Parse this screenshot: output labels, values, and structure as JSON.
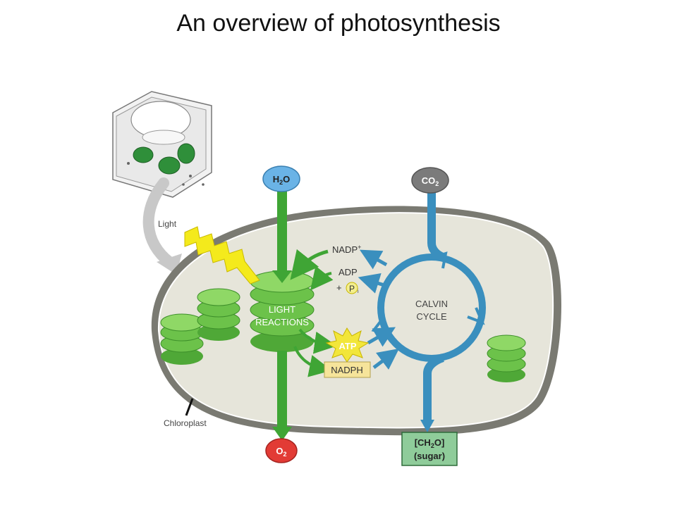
{
  "title": "An overview of photosynthesis",
  "labels": {
    "light": "Light",
    "chloroplast": "Chloroplast",
    "light_reactions_line1": "LIGHT",
    "light_reactions_line2": "REACTIONS",
    "calvin_line1": "CALVIN",
    "calvin_line2": "CYCLE",
    "nadp_plus": "NADP",
    "nadp_plus_sup": "+",
    "adp": "ADP",
    "plus": "+",
    "pi_p": "P",
    "pi_i": "i",
    "atp": "ATP",
    "nadph": "NADPH"
  },
  "molecules": {
    "water": {
      "main": "H",
      "sub": "2",
      "tail": "O"
    },
    "carbon_dioxide": {
      "main": "CO",
      "sub": "2"
    },
    "oxygen": {
      "main": "O",
      "sub": "2"
    },
    "sugar_line1": {
      "pre": "[CH",
      "sub": "2",
      "post": "O]"
    },
    "sugar_line2": "(sugar)"
  },
  "colors": {
    "stroma": "#e6e5da",
    "membrane": "#7a7a72",
    "thylakoid_green": "#6cc24a",
    "thylakoid_dark": "#3d8f2a",
    "green_arrow": "#3fa535",
    "blue_cycle": "#3a8fbe",
    "water_bubble": "#6ab3e6",
    "co2_bubble": "#7b7b7b",
    "o2_bubble": "#e23b35",
    "sugar_box": "#8fcc9a",
    "atp_star": "#f2e63a",
    "nadph_box": "#f6e49a",
    "light_bolt": "#f4ea1c"
  }
}
